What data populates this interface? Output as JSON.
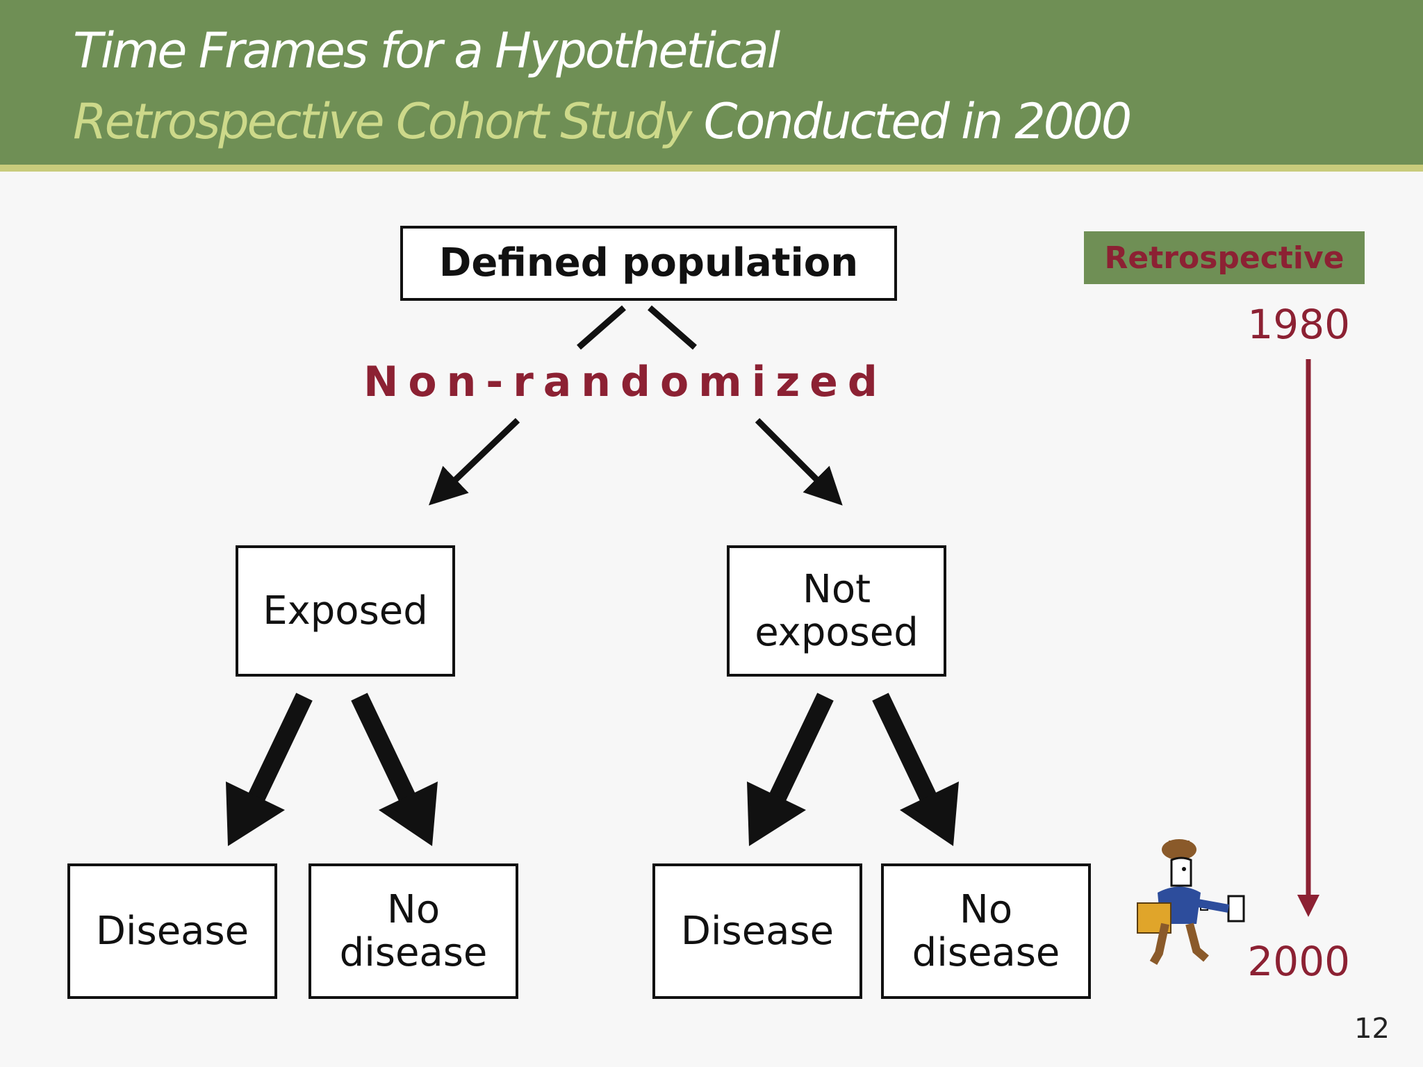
{
  "title": {
    "line1": "Time Frames for a Hypothetical",
    "line2_highlight": "Retrospective Cohort Study",
    "line2_rest": " Conducted in 2000"
  },
  "diagram": {
    "root": "Defined population",
    "assignment": "Non-randomized",
    "groups": [
      {
        "label": "Exposed",
        "outcomes": [
          "Disease",
          "No disease"
        ]
      },
      {
        "label": "Not exposed",
        "outcomes": [
          "Disease",
          "No disease"
        ]
      }
    ]
  },
  "timeline": {
    "label": "Retrospective",
    "start_year": "1980",
    "end_year": "2000"
  },
  "page_number": "12",
  "colors": {
    "header_green": "#6f8f55",
    "title_highlight": "#cdd98a",
    "accent_maroon": "#8c2133"
  }
}
